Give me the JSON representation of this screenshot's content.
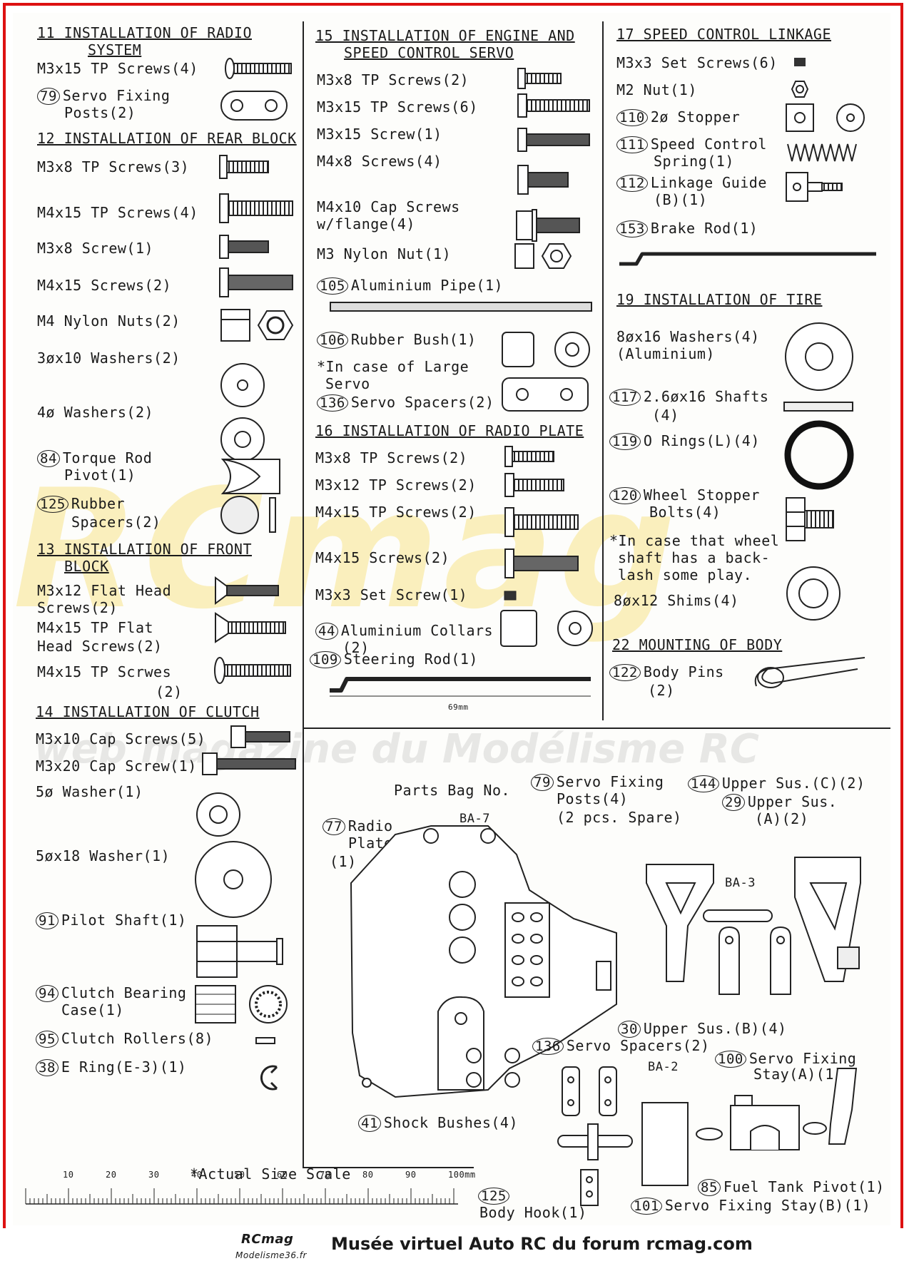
{
  "sections": {
    "s11": {
      "title": "11 INSTALLATION OF RADIO",
      "title2": "SYSTEM",
      "i1": "M3x15 TP Screws(4)",
      "i2_num": "79",
      "i2": "Servo Fixing",
      "i2b": "Posts(2)"
    },
    "s12": {
      "title": "12 INSTALLATION OF REAR BLOCK",
      "i1": "M3x8 TP Screws(3)",
      "i2": "M4x15 TP Screws(4)",
      "i3": "M3x8 Screw(1)",
      "i4": "M4x15 Screws(2)",
      "i5": "M4 Nylon Nuts(2)",
      "i6": "3øx10 Washers(2)",
      "i7": "4ø Washers(2)",
      "i8_num": "84",
      "i8": "Torque Rod",
      "i8b": "Pivot(1)",
      "i9_num": "125",
      "i9": "Rubber",
      "i9b": "Spacers(2)"
    },
    "s13": {
      "title": "13 INSTALLATION OF FRONT",
      "title2": "BLOCK",
      "i1": "M3x12 Flat Head",
      "i1b": "Screws(2)",
      "i2": "M4x15 TP Flat",
      "i2b": "Head Screws(2)",
      "i3": "M4x15 TP Scrwes",
      "i3b": "(2)"
    },
    "s14": {
      "title": "14 INSTALLATION OF CLUTCH",
      "i1": "M3x10 Cap Screws(5)",
      "i2": "M3x20 Cap Screw(1)",
      "i3": "5ø Washer(1)",
      "i4": "5øx18 Washer(1)",
      "i5_num": "91",
      "i5": "Pilot Shaft(1)",
      "i6_num": "94",
      "i6": "Clutch Bearing",
      "i6b": "Case(1)",
      "i7_num": "95",
      "i7": "Clutch Rollers(8)",
      "i8_num": "38",
      "i8": "E Ring(E-3)(1)"
    },
    "s15": {
      "title": "15 INSTALLATION OF ENGINE AND",
      "title2": "SPEED CONTROL SERVO",
      "i1": "M3x8 TP Screws(2)",
      "i2": "M3x15 TP Screws(6)",
      "i3": "M3x15 Screw(1)",
      "i4": "M4x8 Screws(4)",
      "i5": "M4x10 Cap Screws",
      "i5b": "w/flange(4)",
      "i6": "M3 Nylon Nut(1)",
      "i7_num": "105",
      "i7": "Aluminium Pipe(1)",
      "i8_num": "106",
      "i8": "Rubber Bush(1)",
      "note": "*In case of Large",
      "note2": "Servo",
      "i9_num": "136",
      "i9": "Servo Spacers(2)"
    },
    "s16": {
      "title": "16 INSTALLATION OF RADIO PLATE",
      "i1": "M3x8 TP Screws(2)",
      "i2": "M3x12 TP Screws(2)",
      "i3": "M4x15 TP Screws(2)",
      "i4": "M4x15 Screws(2)",
      "i5": "M3x3 Set Screw(1)",
      "i6_num": "44",
      "i6": "Aluminium Collars",
      "i6b": "(2)",
      "i7_num": "109",
      "i7": "Steering Rod(1)",
      "dim": "69mm"
    },
    "s17": {
      "title": "17 SPEED CONTROL LINKAGE",
      "i1": "M3x3 Set Screws(6)",
      "i2": "M2 Nut(1)",
      "i3_num": "110",
      "i3": "2ø Stopper",
      "i4_num": "111",
      "i4": "Speed Control",
      "i4b": "Spring(1)",
      "i5_num": "112",
      "i5": "Linkage Guide",
      "i5b": "(B)(1)",
      "i6_num": "153",
      "i6": "Brake Rod(1)"
    },
    "s19": {
      "title": "19 INSTALLATION OF TIRE",
      "i1": "8øx16 Washers(4)",
      "i1b": "(Aluminium)",
      "i2_num": "117",
      "i2": "2.6øx16 Shafts",
      "i2b": "(4)",
      "i3_num": "119",
      "i3": "O Rings(L)(4)",
      "i4_num": "120",
      "i4": "Wheel Stopper",
      "i4b": "Bolts(4)",
      "note": "*In case that wheel",
      "note2": "shaft has a back-",
      "note3": "lash some play.",
      "i5": "8øx12 Shims(4)"
    },
    "s22": {
      "title": "22 MOUNTING OF BODY",
      "i1_num": "122",
      "i1": "Body Pins",
      "i1b": "(2)"
    }
  },
  "bags": {
    "label": "Parts Bag No.",
    "ba7": "BA-7",
    "ba3": "BA-3",
    "ba2": "BA-2",
    "p79_num": "79",
    "p79": "Servo Fixing",
    "p79b": "Posts(4)",
    "p79c": "(2 pcs. Spare)",
    "p144_num": "144",
    "p144": "Upper Sus.(C)(2)",
    "p29_num": "29",
    "p29": "Upper Sus.",
    "p29b": "(A)(2)",
    "p77_num": "77",
    "p77": "Radio",
    "p77b": "Plate",
    "p77c": "(1)",
    "p30_num": "30",
    "p30": "Upper Sus.(B)(4)",
    "p136_num": "136",
    "p136": "Servo Spacers(2)",
    "p100_num": "100",
    "p100": "Servo Fixing",
    "p100b": "Stay(A)(1)",
    "p41_num": "41",
    "p41": "Shock Bushes(4)",
    "p125_num": "125",
    "p125": "Body Hook(1)",
    "p85_num": "85",
    "p85": "Fuel Tank Pivot(1)",
    "p101_num": "101",
    "p101": "Servo Fixing Stay(B)(1)"
  },
  "scale": {
    "label": "*Actual Size Scale",
    "ticks": [
      "10",
      "20",
      "30",
      "40",
      "50",
      "60",
      "70",
      "80",
      "90",
      "100mm"
    ]
  },
  "watermark": {
    "main": "RCmag",
    "sub": "web magazine du Modélisme RC"
  },
  "footer": {
    "logo": "RCmag",
    "logo2": "Modelisme36.fr",
    "text": "Musée virtuel Auto RC du forum rcmag.com"
  }
}
